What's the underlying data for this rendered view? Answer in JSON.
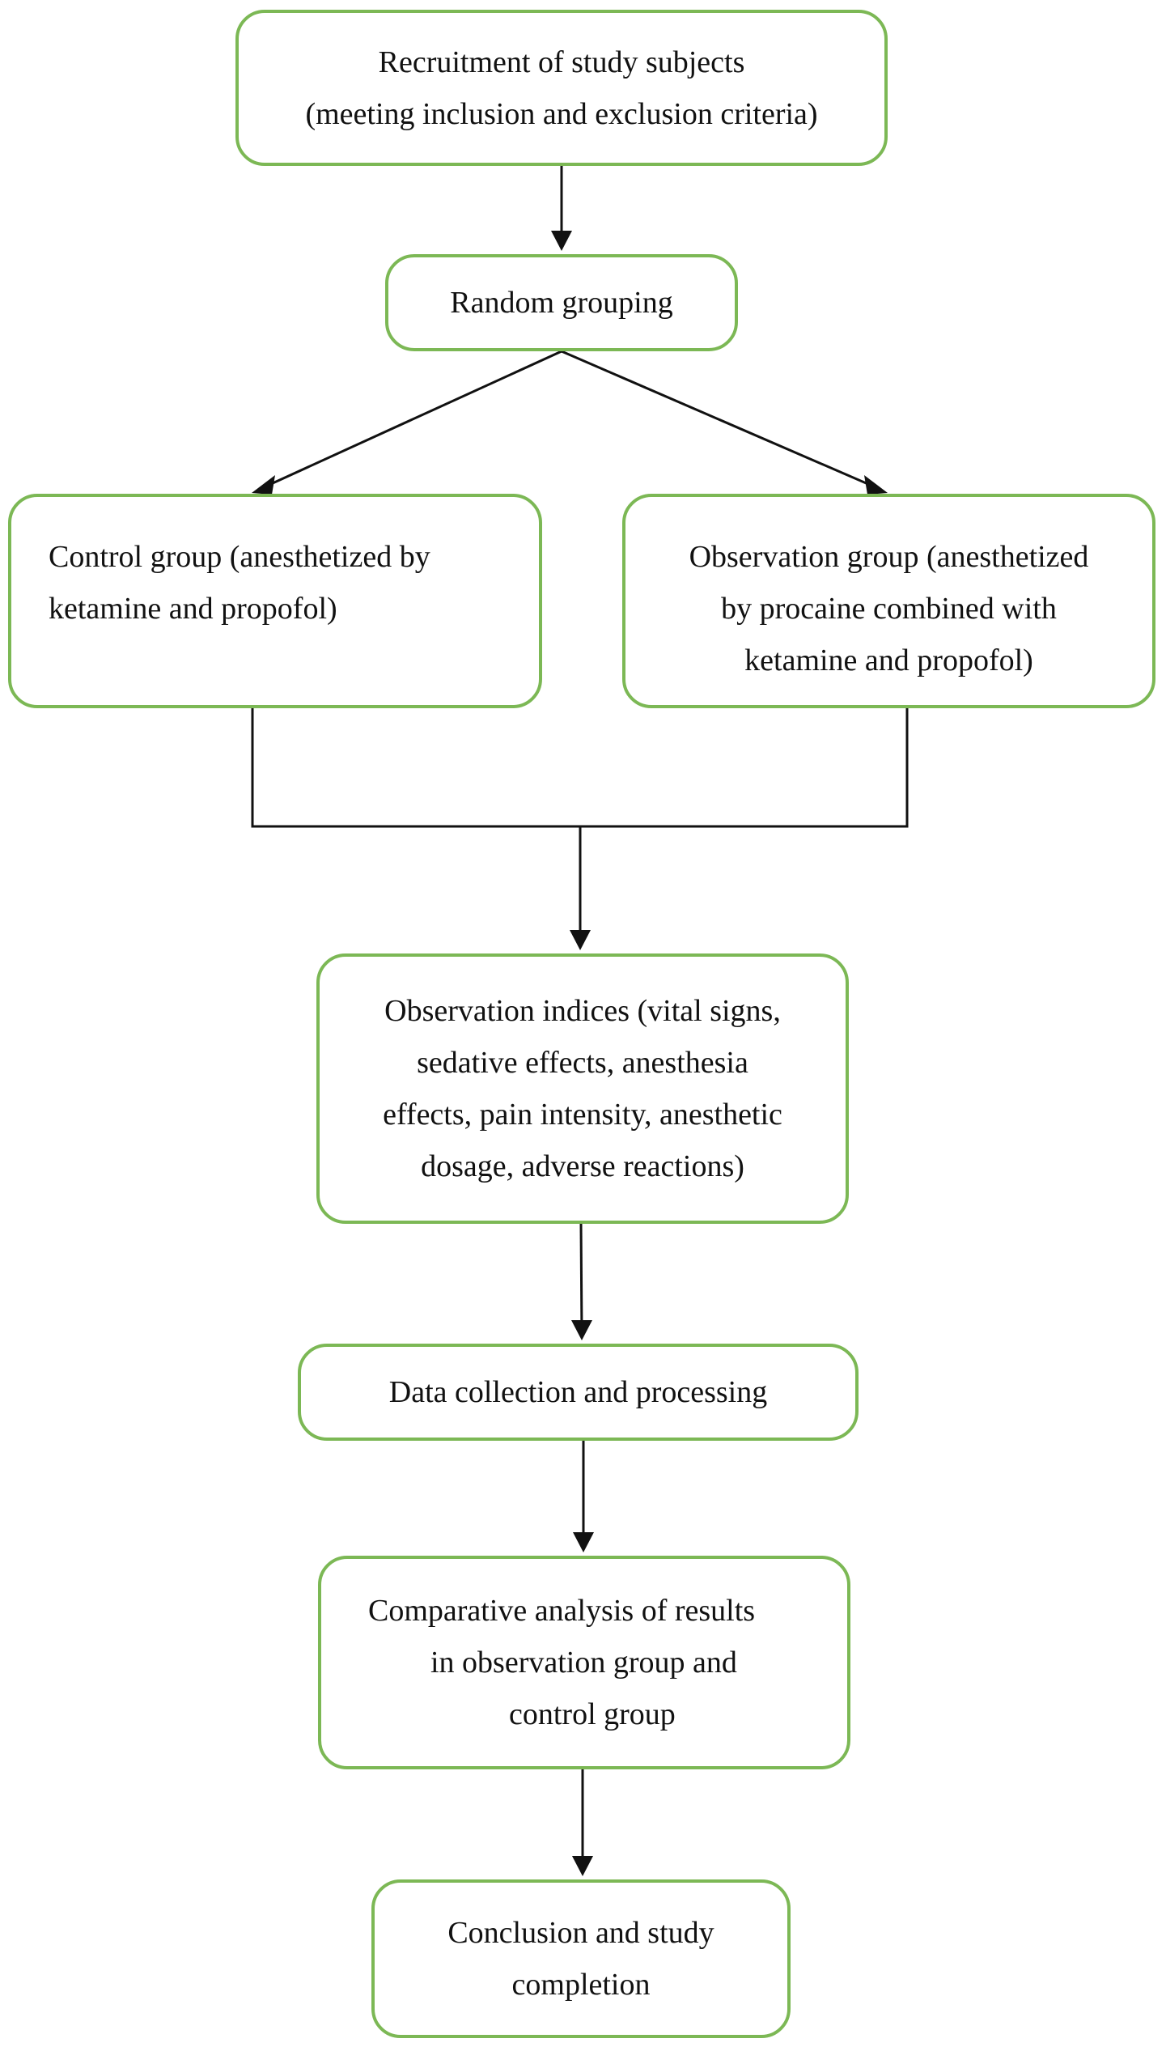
{
  "boxes": {
    "recruitment": {
      "lines": [
        "Recruitment of study subjects",
        "(meeting inclusion and exclusion criteria)"
      ]
    },
    "random": {
      "lines": [
        "Random grouping"
      ]
    },
    "control": {
      "lines": [
        "Control group (anesthetized by",
        "ketamine and propofol)"
      ]
    },
    "observation": {
      "lines": [
        "Observation group (anesthetized",
        "by procaine combined with",
        "ketamine and propofol)"
      ]
    },
    "indices": {
      "lines": [
        "Observation indices (vital signs,",
        "sedative effects, anesthesia",
        "effects, pain intensity, anesthetic",
        "dosage, adverse reactions)"
      ]
    },
    "data": {
      "lines": [
        "Data collection and processing"
      ]
    },
    "comparative": {
      "lines": [
        "Comparative analysis of results",
        "in observation group and",
        "control group"
      ]
    },
    "conclusion": {
      "lines": [
        "Conclusion and study",
        "completion"
      ]
    }
  },
  "colors": {
    "box_border": "#7cb855",
    "arrow": "#111111",
    "text": "#111111"
  }
}
